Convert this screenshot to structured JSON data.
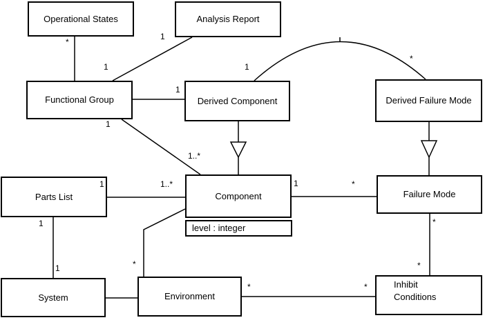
{
  "diagram": {
    "classes": [
      {
        "name": "Operational States"
      },
      {
        "name": "Analysis Report"
      },
      {
        "name": "Functional Group"
      },
      {
        "name": "Derived Component"
      },
      {
        "name": "Derived Failure Mode"
      },
      {
        "name": "Parts List"
      },
      {
        "name": "Component",
        "attributes": [
          "level : integer"
        ]
      },
      {
        "name": "Failure Mode"
      },
      {
        "name": "System"
      },
      {
        "name": "Environment"
      },
      {
        "name": "Inhibit Conditions"
      }
    ],
    "associations": {
      "os_fg": {
        "from": "Operational States",
        "to": "Functional Group",
        "from_mult": "*",
        "to_mult": "1"
      },
      "ar_fg": {
        "from": "Analysis Report",
        "to": "Functional Group",
        "from_mult": "1"
      },
      "fg_dc": {
        "from": "Functional Group",
        "to": "Derived Component",
        "to_mult": "1"
      },
      "dc_dfm": {
        "from": "Derived Component",
        "to": "Derived Failure Mode",
        "from_mult": "1",
        "to_mult": "*"
      },
      "fg_comp": {
        "from": "Functional Group",
        "to": "Component",
        "from_mult": "1",
        "to_mult": "1..*"
      },
      "pl_comp": {
        "from": "Parts List",
        "to": "Component",
        "from_mult": "1",
        "to_mult": "1..*"
      },
      "comp_fm": {
        "from": "Component",
        "to": "Failure Mode",
        "from_mult": "1",
        "to_mult": "*"
      },
      "pl_sys": {
        "from": "Parts List",
        "to": "System",
        "from_mult": "1",
        "to_mult": "1"
      },
      "comp_env": {
        "from": "Component",
        "to": "Environment",
        "to_mult": "*"
      },
      "sys_env": {
        "from": "System",
        "to": "Environment"
      },
      "env_ic": {
        "from": "Environment",
        "to": "Inhibit Conditions",
        "from_mult": "*",
        "to_mult": "*"
      },
      "fm_ic": {
        "from": "Failure Mode",
        "to": "Inhibit Conditions",
        "from_mult": "*",
        "to_mult": "*"
      }
    },
    "generalizations": [
      {
        "child": "Derived Component",
        "parent": "Component"
      },
      {
        "child": "Derived Failure Mode",
        "parent": "Failure Mode"
      }
    ]
  }
}
